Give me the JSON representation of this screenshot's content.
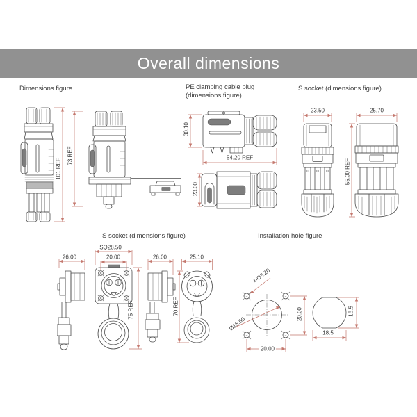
{
  "banner": {
    "title": "Overall dimensions"
  },
  "colors": {
    "banner_bg": "#919191",
    "dim_line": "#c4786e",
    "line_art": "#4b4b4b",
    "text": "#3a3a3a"
  },
  "sections": {
    "dimensions_figure": {
      "label": "Dimensions figure",
      "dims": {
        "plug_length": "101 REF",
        "panel_plug_length": "73 REF"
      }
    },
    "pe_clamping_plug": {
      "label_line1": "PE clamping cable plug",
      "label_line2": "(dimensions figure)",
      "dims": {
        "body_height": "30.10",
        "overall_length": "54.20 REF",
        "front_height": "23.00"
      }
    },
    "s_socket_side": {
      "label": "S socket (dimensions figure)",
      "dims": {
        "cap_width": "23.50",
        "body_width": "25.70",
        "overall_length": "55.00 REF"
      }
    },
    "s_socket_panel": {
      "label": "S socket (dimensions figure)",
      "dims": {
        "side_depth_1": "26.00",
        "flange_square": "SQ28.50",
        "screw_spacing": "20.00",
        "overall_length_1": "75 REF",
        "side_depth_2": "26.00",
        "face_diameter": "25.10",
        "overall_length_2": "70 REF"
      }
    },
    "installation_hole": {
      "label": "Installation hole figure",
      "dims": {
        "screw_holes": "4-Ø3.20",
        "center_hole_diameter": "Ø16.50",
        "vertical_spacing": "20.00",
        "horizontal_spacing": "20.00",
        "hole_width": "18.5",
        "hole_height": "16.5"
      }
    }
  }
}
